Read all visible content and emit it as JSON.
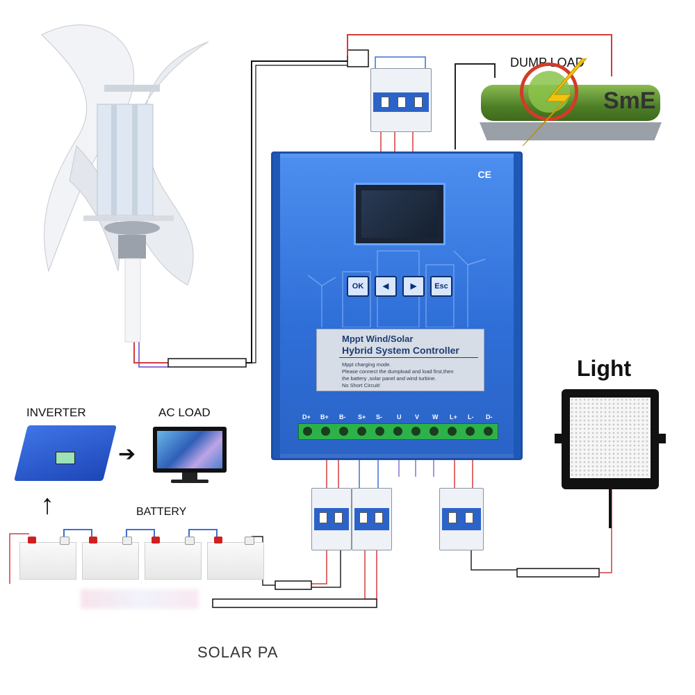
{
  "labels": {
    "dump_load": "DUMP LOAD",
    "light": "Light",
    "inverter": "INVERTER",
    "ac_load": "AC LOAD",
    "battery": "BATTERY",
    "solar_panel": "SOLAR PA",
    "sme_logo": "SmE",
    "ce_mark": "CE"
  },
  "controller": {
    "title_line1": "Mppt Wind/Solar",
    "title_line2": "Hybrid System Controller",
    "info_lines": [
      "Mppt charging mode.",
      "Please connect the dumpload and load first,then",
      "the battery ,solar panel and wind turbine.",
      "No Short Circuit!"
    ],
    "buttons": [
      "OK",
      "◀",
      "▶",
      "Esc"
    ],
    "terminals": [
      "D+",
      "B+",
      "B-",
      "S+",
      "S-",
      "U",
      "V",
      "W",
      "L+",
      "L-",
      "D-"
    ]
  },
  "arrows": {
    "right": "➔",
    "up": "↑"
  },
  "colors": {
    "controller_blue": "#2f6fd8",
    "wire_red": "#d33b3b",
    "wire_blue": "#3b6fd3",
    "wire_black": "#222222",
    "terminal_green": "#2db24a"
  }
}
